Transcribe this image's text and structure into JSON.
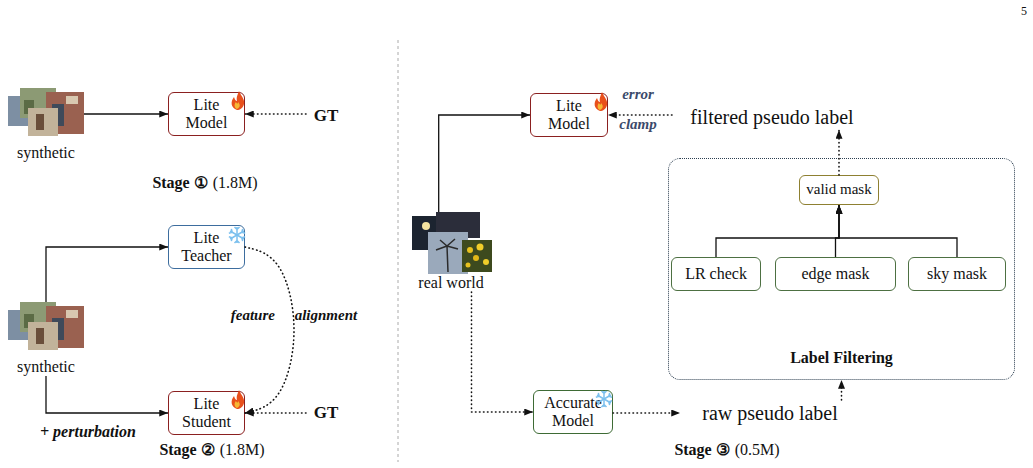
{
  "diagram": {
    "nodes": [
      {
        "text": [
          "synthetic"
        ]
      },
      {
        "text": [
          "Lite Model"
        ]
      },
      {
        "text": [
          "GT"
        ]
      },
      {
        "text": [
          "Lite Teacher"
        ]
      },
      {
        "text": [
          "synthetic"
        ]
      },
      {
        "text": [
          "Lite Student"
        ]
      },
      {
        "text": [
          "GT"
        ]
      },
      {
        "text": [
          "Lite Model"
        ]
      },
      {
        "text": [
          "filtered pseudo label"
        ]
      },
      {
        "text": [
          "real world"
        ]
      },
      {
        "text": [
          "Label Filtering"
        ]
      },
      {
        "text": [
          "valid mask"
        ],
        "in": 10
      },
      {
        "text": [
          "LR check"
        ],
        "in": 10
      },
      {
        "text": [
          "edge mask"
        ],
        "in": 10
      },
      {
        "text": [
          "sky mask"
        ],
        "in": 10
      },
      {
        "text": [
          "Accurate Model"
        ]
      },
      {
        "text": [
          "raw pseudo label"
        ]
      }
    ],
    "edges": [
      {
        "from": 0,
        "to": 1,
        "arrow": "to"
      },
      {
        "from": 2,
        "to": 1,
        "arrow": "to"
      },
      {
        "from": 4,
        "to": 3,
        "arrow": "to"
      },
      {
        "from": 4,
        "to": 5,
        "arrow": "to"
      },
      {
        "from": 3,
        "to": 5,
        "label": "feature alignment",
        "arrow": "to"
      },
      {
        "from": 6,
        "to": 5,
        "arrow": "to"
      },
      {
        "from": 9,
        "to": 7,
        "arrow": "to"
      },
      {
        "from": 9,
        "to": 15,
        "arrow": "to"
      },
      {
        "from": 15,
        "to": 16,
        "arrow": "to"
      },
      {
        "from": 16,
        "to": 10,
        "arrow": "to"
      },
      {
        "from": 12,
        "to": 11,
        "arrow": "to"
      },
      {
        "from": 13,
        "to": 11,
        "arrow": "to"
      },
      {
        "from": 14,
        "to": 11,
        "arrow": "to"
      },
      {
        "from": 11,
        "to": 8,
        "arrow": "to"
      },
      {
        "from": 8,
        "to": 7,
        "label": "error clamp",
        "arrow": "to"
      }
    ],
    "labels": [
      "5",
      "Stage ①",
      "(1.8M)",
      "+ perturbation",
      "Stage ②",
      "(1.8M)",
      "Stage ③",
      "(0.5M)"
    ]
  }
}
